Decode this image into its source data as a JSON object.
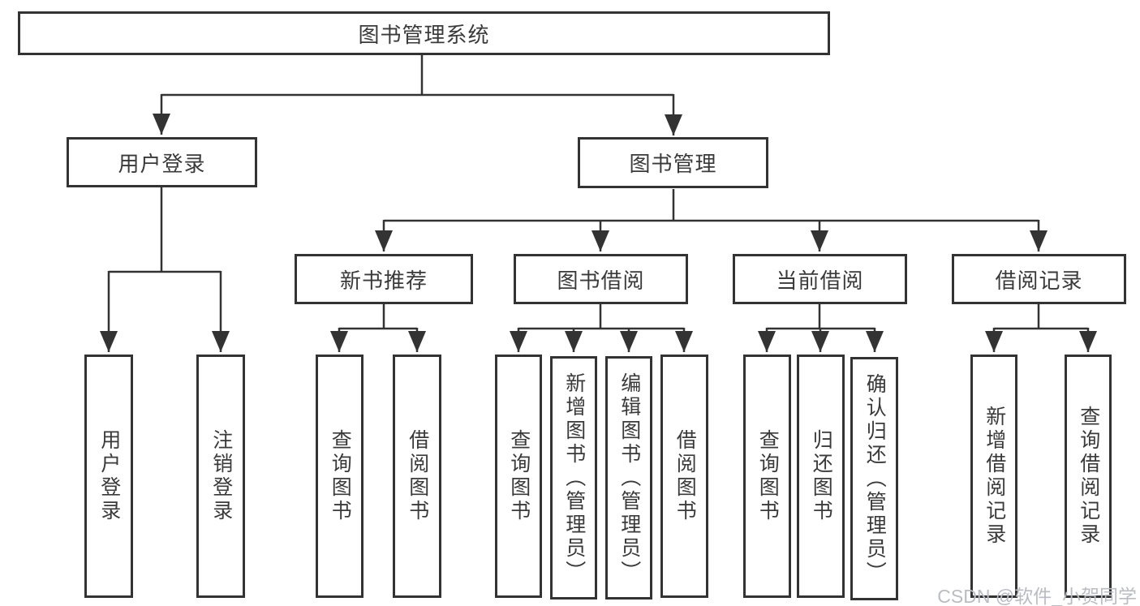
{
  "diagram": {
    "root": {
      "label": "图书管理系统"
    },
    "branches": [
      {
        "label": "用户登录"
      },
      {
        "label": "图书管理"
      }
    ],
    "modules": [
      {
        "label": "新书推荐"
      },
      {
        "label": "图书借阅"
      },
      {
        "label": "当前借阅"
      },
      {
        "label": "借阅记录"
      }
    ],
    "leaves": [
      {
        "label": "用户登录"
      },
      {
        "label": "注销登录"
      },
      {
        "label": "查询图书"
      },
      {
        "label": "借阅图书"
      },
      {
        "label": "查询图书"
      },
      {
        "label": "新增图书（管理员）"
      },
      {
        "label": "编辑图书（管理员）"
      },
      {
        "label": "借阅图书"
      },
      {
        "label": "查询图书"
      },
      {
        "label": "归还图书"
      },
      {
        "label": "确认归还（管理员）"
      },
      {
        "label": "新增借阅记录"
      },
      {
        "label": "查询借阅记录"
      }
    ]
  },
  "watermark": {
    "text": "CSDN @软件_小贺同学"
  },
  "colors": {
    "line": "#333333",
    "border": "#333333",
    "text": "#3a3a3a",
    "watermark": "#b9bcc2",
    "background": "#ffffff"
  }
}
